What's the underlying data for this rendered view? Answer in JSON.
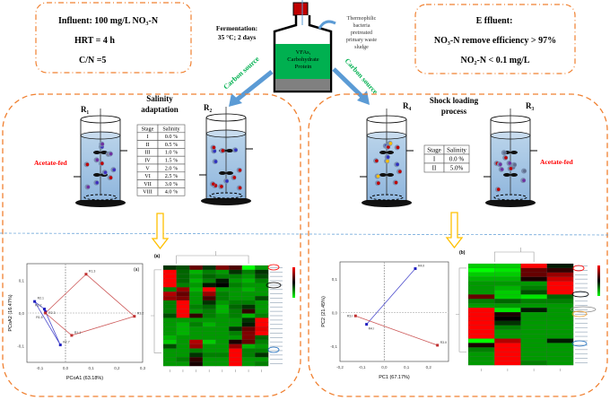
{
  "influent_box": {
    "line1": "Influent: 100 mg/L NO₃-N",
    "line2": "HRT = 4 h",
    "line3": "C/N =5"
  },
  "fermentation": {
    "line1": "Fermentation:",
    "line2": "35 °C; 2 days"
  },
  "bottle": {
    "line1": "VFAs,",
    "line2": "Carbohydrate",
    "line3": "Protein",
    "colors": {
      "liquid": "#00b050",
      "cap": "#c00000",
      "base": "#808080"
    }
  },
  "sludge_note": [
    "Thermophilic",
    "bacteria",
    "pretreated",
    "primary waste",
    "sludge"
  ],
  "effluent_box": {
    "line1": "E ffluent:",
    "line2": "NO₃-N remove efficiency > 97%",
    "line3": "NO₂-N < 0.1 mg/L"
  },
  "carbon_source_label": "Carbon source",
  "left_panel": {
    "title_line1": "Salinity",
    "title_line2": "adaptation",
    "reactor_a": "R₁",
    "reactor_b": "R₂",
    "feed_label": "Acetate-fed",
    "table": {
      "headers": [
        "Stage",
        "Salinity"
      ],
      "rows": [
        [
          "I",
          "0.0 %"
        ],
        [
          "II",
          "0.5 %"
        ],
        [
          "III",
          "1.0 %"
        ],
        [
          "IV",
          "1.5 %"
        ],
        [
          "V",
          "2.0 %"
        ],
        [
          "VI",
          "2.5 %"
        ],
        [
          "VII",
          "3.0 %"
        ],
        [
          "VIII",
          "4.0 %"
        ]
      ]
    }
  },
  "right_panel": {
    "title_line1": "Shock loading",
    "title_line2": "process",
    "reactor_a": "R₄",
    "reactor_b": "R₃",
    "feed_label": "Acetate-fed",
    "table": {
      "headers": [
        "Stage",
        "Salinity"
      ],
      "rows": [
        [
          "I",
          "0.0 %"
        ],
        [
          "II",
          "5.0%"
        ]
      ]
    }
  },
  "colors": {
    "orange_border": "#f08030",
    "red_text": "#ff0000",
    "green_text": "#00b050",
    "arrow_blue": "#5b9bd5",
    "yellow_arrow": "#ffc000"
  },
  "chart_data": [
    {
      "type": "scatter",
      "panel_label": "(a)",
      "xlabel": "PCoA1 (63.18%)",
      "ylabel": "PCoA2 (16.47%)",
      "xlim": [
        -0.15,
        0.3
      ],
      "ylim": [
        -0.15,
        0.15
      ],
      "xticks": [
        "-0,1",
        "0,0",
        "0,1",
        "0,2",
        "0,3"
      ],
      "yticks": [
        "0,1",
        "0,0",
        "-0,1"
      ],
      "series": [
        {
          "color": "#2020c0",
          "points": [
            {
              "label": "R2.1",
              "x": -0.12,
              "y": 0.035
            },
            {
              "label": "R2.2",
              "x": -0.082,
              "y": 0.012
            },
            {
              "label": "R2.3",
              "x": -0.078,
              "y": 0.004
            },
            {
              "label": "R2.7",
              "x": -0.02,
              "y": -0.097
            }
          ]
        },
        {
          "color": "#c03030",
          "points": [
            {
              "label": "R1.3",
              "x": 0.08,
              "y": 0.118
            },
            {
              "label": "R1.2",
              "x": 0.268,
              "y": -0.01
            },
            {
              "label": "R1.1",
              "x": 0.024,
              "y": -0.068
            },
            {
              "label": "R1.5",
              "x": -0.078,
              "y": 0.0
            }
          ]
        }
      ]
    },
    {
      "type": "scatter",
      "xlabel": "PC1 (67.17%)",
      "ylabel": "PC2 (21.45%)",
      "xlim": [
        -0.2,
        0.29
      ],
      "ylim": [
        -0.145,
        0.15
      ],
      "xticks": [
        "-0,2",
        "-0,1",
        "0,0",
        "0,1",
        "0,2"
      ],
      "yticks": [
        "0,1",
        "0,0",
        "-0,1"
      ],
      "series": [
        {
          "color": "#2020c0",
          "points": [
            {
              "label": "R4.II",
              "x": 0.14,
              "y": 0.13
            },
            {
              "label": "R4.I",
              "x": -0.08,
              "y": -0.035
            }
          ]
        },
        {
          "color": "#c03030",
          "points": [
            {
              "label": "R3.I",
              "x": -0.13,
              "y": -0.01
            },
            {
              "label": "R3.II",
              "x": 0.24,
              "y": -0.097
            }
          ]
        }
      ]
    },
    {
      "type": "heatmap",
      "panel_label": "(a)",
      "scale": [
        -1,
        1
      ],
      "colors": {
        "low": "#00ff00",
        "mid": "#000000",
        "high": "#ff0000"
      },
      "values": [
        [
          -0.2,
          -0.3,
          0.4,
          -0.2,
          0.5,
          0.3,
          -1,
          -0.6
        ],
        [
          1,
          -0.4,
          -0.7,
          -0.5,
          -0.6,
          -0.2,
          -0.5,
          -0.2
        ],
        [
          1,
          -0.4,
          -0.6,
          -0.4,
          -0.5,
          -0.5,
          -0.6,
          -0.3
        ],
        [
          1,
          -0.4,
          -0.7,
          -0.5,
          -0.1,
          -0.6,
          -0.7,
          -0.5
        ],
        [
          1,
          -0.5,
          -0.6,
          -0.1,
          0,
          -0.5,
          -0.6,
          -0.6
        ],
        [
          -0.5,
          0.6,
          -0.7,
          1,
          -0.6,
          -0.6,
          -0.7,
          -0.6
        ],
        [
          0.7,
          0.4,
          -0.6,
          0.6,
          -0.5,
          -0.6,
          -0.6,
          -0.6
        ],
        [
          0.6,
          0.5,
          -0.6,
          0.3,
          -0.5,
          -0.6,
          -0.6,
          -0.3
        ],
        [
          -0.5,
          1,
          -0.6,
          -0.2,
          -0.6,
          -0.5,
          -0.5,
          -0.6
        ],
        [
          -0.5,
          1,
          -0.5,
          -0.4,
          -0.7,
          -0.4,
          -0.2,
          -0.6
        ],
        [
          -0.5,
          1,
          -0.6,
          -0.5,
          -0.7,
          -0.5,
          0.2,
          -0.6
        ],
        [
          -0.3,
          1,
          0.2,
          -0.5,
          -0.6,
          -0.5,
          -0.7,
          -0.5
        ],
        [
          -0.6,
          -0.6,
          -0.6,
          -0.6,
          -0.6,
          -0.6,
          -0.2,
          1
        ],
        [
          -0.6,
          -0.7,
          -0.5,
          -0.7,
          -0.6,
          -0.6,
          -0.1,
          1
        ],
        [
          -0.6,
          -0.7,
          -0.6,
          -0.6,
          -0.6,
          -0.2,
          0.4,
          0.9
        ],
        [
          -0.6,
          -0.7,
          -0.6,
          -0.6,
          -0.6,
          -0.5,
          0.5,
          1
        ],
        [
          -0.7,
          -0.6,
          -0.6,
          -0.6,
          -0.6,
          -0.6,
          0.5,
          -0.4
        ],
        [
          -0.8,
          -0.6,
          0.7,
          -0.8,
          -0.6,
          0.1,
          0.4,
          -0.5
        ],
        [
          -0.3,
          -0.6,
          0.6,
          -0.6,
          -0.6,
          0.6,
          -0.7,
          -0.6
        ],
        [
          -0.6,
          -0.6,
          -0.5,
          -0.6,
          -0.6,
          1,
          -0.5,
          -0.5
        ],
        [
          -0.6,
          -0.6,
          -0.2,
          -0.5,
          -0.5,
          1,
          -0.5,
          -0.2
        ],
        [
          -0.6,
          -0.5,
          0.2,
          -0.6,
          -0.6,
          1,
          -0.6,
          -0.6
        ],
        [
          -0.6,
          -0.6,
          0.1,
          -0.6,
          -0.6,
          1,
          -0.6,
          -0.5
        ]
      ]
    },
    {
      "type": "heatmap",
      "panel_label": "(b)",
      "scale": [
        -1,
        1
      ],
      "colors": {
        "low": "#00ff00",
        "mid": "#000000",
        "high": "#ff0000"
      },
      "values": [
        [
          -0.8,
          -0.8,
          1,
          -0.1
        ],
        [
          -1,
          -0.9,
          0.4,
          0.2
        ],
        [
          -0.8,
          -0.8,
          0.4,
          0.6
        ],
        [
          -0.7,
          -0.7,
          0.1,
          0.8
        ],
        [
          -0.6,
          -0.6,
          -0.6,
          1
        ],
        [
          -0.6,
          -0.7,
          -0.5,
          1
        ],
        [
          -0.6,
          -0.8,
          -0.3,
          1
        ],
        [
          0.4,
          -0.8,
          -0.9,
          -0.4
        ],
        [
          -0.5,
          -0.4,
          -0.5,
          -0.5
        ],
        [
          -0.6,
          -0.6,
          -0.6,
          -0.6
        ],
        [
          1,
          -0.9,
          -0.1,
          -0.6
        ],
        [
          1,
          0.1,
          -0.6,
          -0.6
        ],
        [
          1,
          0.0,
          -0.6,
          -0.6
        ],
        [
          1,
          -0.2,
          -0.6,
          -0.6
        ],
        [
          1,
          -0.5,
          -0.6,
          -0.6
        ],
        [
          1,
          -0.6,
          -0.6,
          -0.6
        ],
        [
          1,
          -0.6,
          -0.6,
          -0.6
        ],
        [
          -1,
          0.7,
          -0.6,
          -0.1
        ],
        [
          0.1,
          1,
          -0.6,
          -0.6
        ],
        [
          -0.5,
          1,
          -0.6,
          -0.6
        ],
        [
          -0.6,
          1,
          -0.6,
          -0.6
        ],
        [
          -0.6,
          1,
          -0.6,
          -0.6
        ],
        [
          -0.6,
          1,
          -0.5,
          -0.6
        ]
      ]
    }
  ]
}
